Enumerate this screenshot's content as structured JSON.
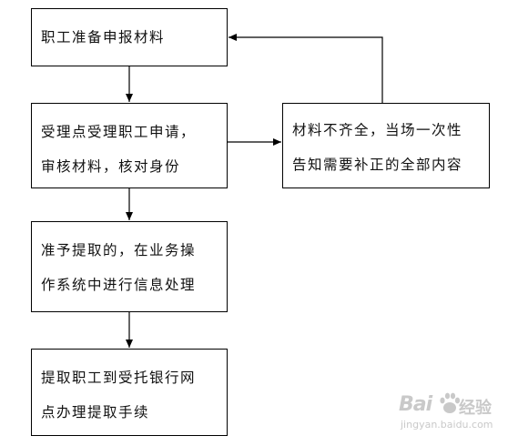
{
  "flowchart": {
    "nodes": [
      {
        "id": "n1",
        "lines": [
          "职工准备申报材料"
        ]
      },
      {
        "id": "n2",
        "lines": [
          "受理点受理职工申请，",
          "审核材料，核对身份"
        ]
      },
      {
        "id": "n3",
        "lines": [
          "准予提取的，在业务操",
          "作系统中进行信息处理"
        ]
      },
      {
        "id": "n4",
        "lines": [
          "提取职工到受托银行网",
          "点办理提取手续"
        ]
      },
      {
        "id": "n5",
        "lines": [
          "材料不齐全，当场一次性",
          "告知需要补正的全部内容"
        ]
      }
    ],
    "edges": [
      {
        "from": "n1",
        "to": "n2"
      },
      {
        "from": "n2",
        "to": "n3"
      },
      {
        "from": "n3",
        "to": "n4"
      },
      {
        "from": "n2",
        "to": "n5"
      },
      {
        "from": "n5",
        "to": "n1"
      }
    ]
  },
  "watermark": {
    "logo_text": "Bai",
    "brand_cn": "经验",
    "url": "jingyan.baidu.com"
  }
}
